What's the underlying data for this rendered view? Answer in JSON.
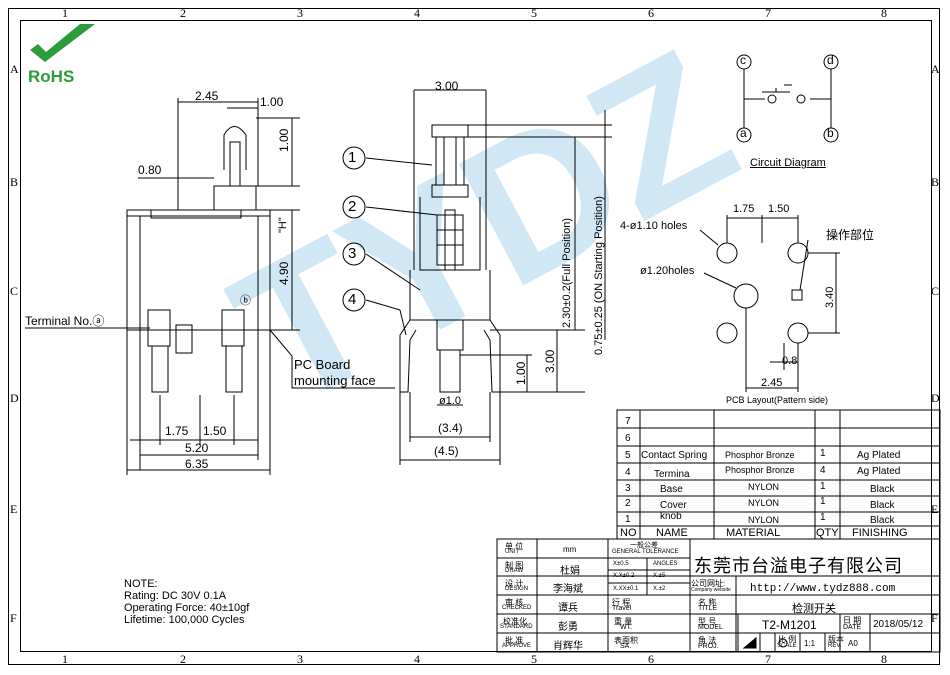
{
  "border": {
    "cols": [
      "1",
      "2",
      "3",
      "4",
      "5",
      "6",
      "7",
      "8"
    ],
    "rows": [
      "A",
      "B",
      "C",
      "D",
      "E",
      "F"
    ]
  },
  "logo": {
    "text": "RoHS",
    "color": "#2a9d3a"
  },
  "watermark": {
    "text": "TYDZ",
    "color": "#78b9e6"
  },
  "dims": {
    "d245": "2.45",
    "d100a": "1.00",
    "d080": "0.80",
    "d100b": "1.00",
    "dH": "\"H\"",
    "d490": "4.90",
    "d175": "1.75",
    "d150": "1.50",
    "d520": "5.20",
    "d635": "6.35",
    "d300": "3.00",
    "d230": "2.30±0.2(Full Position)",
    "d075": "0.75±0.25 (ON Starting Position)",
    "d100c": "1.00",
    "d300b": "3.00",
    "dphi": "ø1.0",
    "d34": "(3.4)",
    "d45": "(4.5)",
    "pcb175": "1.75",
    "pcb150": "1.50",
    "pcb340": "3.40",
    "pcb08": "0.8",
    "pcb245": "2.45"
  },
  "labels": {
    "terminal": "Terminal No.ⓐ",
    "terminal_b": "ⓑ",
    "pcboard1": "PC Board",
    "pcboard2": "mounting face",
    "holes1": "4-ø1.10 holes",
    "holes2": "ø1.20holes",
    "operate": "操作部位",
    "circuit": "Circuit Diagram",
    "pcb_layout": "PCB Layout(Pattern side)",
    "c": "c",
    "d": "d",
    "a": "a",
    "b": "b",
    "callouts": [
      "1",
      "2",
      "3",
      "4"
    ]
  },
  "notes": {
    "title": "NOTE:",
    "rating": "Rating: DC 30V 0.1A",
    "force": "Operating Force: 40±10gf",
    "life": "Lifetime: 100,000 Cycles"
  },
  "bom": {
    "header": {
      "no": "NO",
      "name": "NAME",
      "material": "MATERIAL",
      "qty": "QTY",
      "finishing": "FINISHING"
    },
    "rows": [
      {
        "no": "7",
        "name": "",
        "material": "",
        "qty": "",
        "finishing": ""
      },
      {
        "no": "6",
        "name": "",
        "material": "",
        "qty": "",
        "finishing": ""
      },
      {
        "no": "5",
        "name": "Contact Spring",
        "material": "Phosphor Bronze",
        "qty": "1",
        "finishing": "Ag Plated"
      },
      {
        "no": "4",
        "name": "Termina",
        "material": "Phosphor Bronze",
        "qty": "4",
        "finishing": "Ag Plated"
      },
      {
        "no": "3",
        "name": "Base",
        "material": "NYLON",
        "qty": "1",
        "finishing": "Black"
      },
      {
        "no": "2",
        "name": "Cover",
        "material": "NYLON",
        "qty": "1",
        "finishing": "Black"
      },
      {
        "no": "1",
        "name": "knob",
        "material": "NYLON",
        "qty": "1",
        "finishing": "Black"
      }
    ]
  },
  "titleblock": {
    "unit_l": "单 位",
    "unit_e": "UNIT",
    "unit_v": "mm",
    "draw_l": "制 图",
    "draw_e": "DRAW",
    "draw_v": "杜娟",
    "design_l": "设 计",
    "design_e": "DESIGN",
    "design_v": "李海斌",
    "check_l": "审 核",
    "check_e": "CHECKED",
    "check_v": "谭兵",
    "std_l": "校准化",
    "std_e": "STANDARD",
    "std_v": "彭勇",
    "appr_l": "批 准",
    "appr_e": "APPROVE",
    "appr_v": "肖辉华",
    "tol_l": "一般公差",
    "tol_e": "GENERAL TOLERANCE",
    "tol1": "X±0.5",
    "tol2": "X.X±0.2",
    "tol3": "X.XX±0.1",
    "ang_l": "ANGLES",
    "ang1": "X.±5",
    "ang2": "X.±2",
    "travel_l": "行 程",
    "travel_e": "Travel",
    "weight_l": "重 量",
    "weight_e": "WT.",
    "finish_l": "表面积",
    "finish_e": "SA.",
    "company": "东莞市台溢电子有限公司",
    "web_l": "公司网址:",
    "web_e": "Company website",
    "web_v": "http://www.tydz888.com",
    "name_l": "名 称",
    "name_e": "TITLE",
    "name_v": "检测开关",
    "model_l": "型 号",
    "model_e": "MODEL",
    "model_v": "T2-M1201",
    "date_l": "日 期",
    "date_e": "DATE",
    "date_v": "2018/05/12",
    "proj_l": "角 法",
    "proj_e": "PROJ.",
    "scale_l": "比 例",
    "scale_e": "SCALE",
    "scale_v": "1:1",
    "rev_l": "版本",
    "rev_e": "REV.",
    "rev_v": "A0"
  }
}
